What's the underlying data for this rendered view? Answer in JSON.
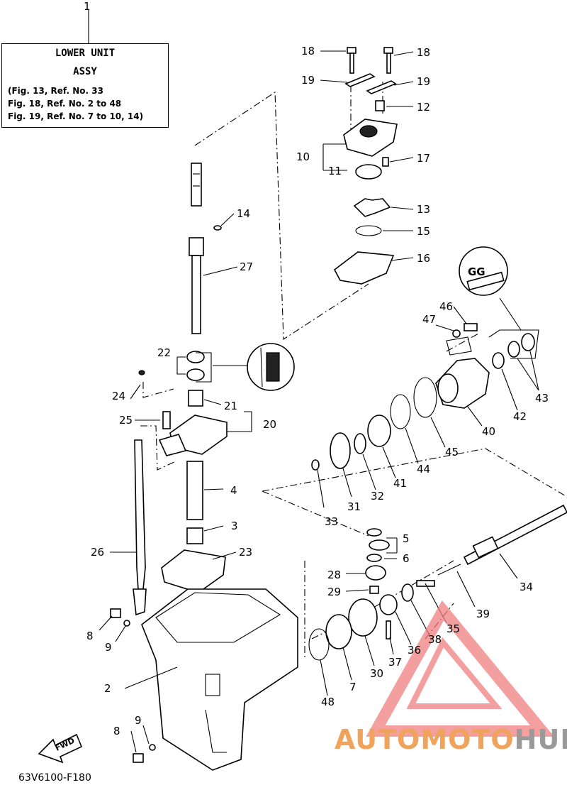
{
  "title_box": {
    "line1": "LOWER UNIT",
    "line2": "ASSY",
    "ref1": "(Fig. 13, Ref. No. 33",
    "ref2": "Fig. 18, Ref. No. 2 to 48",
    "ref3": "Fig. 19, Ref. No. 7 to 10, 14)"
  },
  "diagram_code": "63V6100-F180",
  "fwd_label": "FWD",
  "seal_symbol": "GG",
  "watermark": {
    "part1": "AUTOMOTO",
    "part2": "HUB",
    "color_primary": "#f0a35a",
    "color_secondary": "#9a9a9a",
    "triangle_color": "#f08080"
  },
  "callouts": {
    "c1": "1",
    "c2": "2",
    "c3": "3",
    "c4": "4",
    "c5": "5",
    "c6": "6",
    "c7": "7",
    "c8a": "8",
    "c8b": "8",
    "c9a": "9",
    "c9b": "9",
    "c10": "10",
    "c11": "11",
    "c12": "12",
    "c13": "13",
    "c14": "14",
    "c15": "15",
    "c16": "16",
    "c17": "17",
    "c18a": "18",
    "c18b": "18",
    "c19a": "19",
    "c19b": "19",
    "c20": "20",
    "c21": "21",
    "c22": "22",
    "c23": "23",
    "c24": "24",
    "c25": "25",
    "c26": "26",
    "c27": "27",
    "c28": "28",
    "c29": "29",
    "c30": "30",
    "c31": "31",
    "c32": "32",
    "c33": "33",
    "c34": "34",
    "c35": "35",
    "c36": "36",
    "c37": "37",
    "c38": "38",
    "c39": "39",
    "c40": "40",
    "c41": "41",
    "c42": "42",
    "c43": "43",
    "c44": "44",
    "c45": "45",
    "c46": "46",
    "c47": "47",
    "c48": "48"
  }
}
